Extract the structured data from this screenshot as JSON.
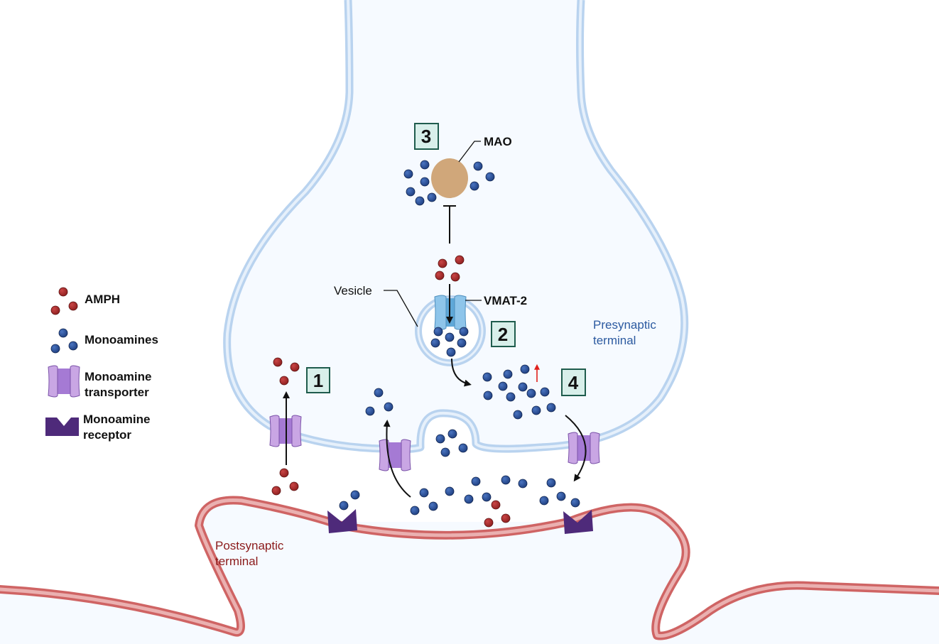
{
  "figure": {
    "title": "Mechanism of amphetamine (AMPH) action at the monoamine synapse"
  },
  "legend": {
    "items": [
      {
        "key": "amph",
        "label": "AMPH",
        "icon": "red-particles-icon"
      },
      {
        "key": "monoamines",
        "label": "Monoamines",
        "icon": "blue-particles-icon"
      },
      {
        "key": "transporter",
        "label_line1": "Monoamine",
        "label_line2": "transporter",
        "icon": "transporter-icon"
      },
      {
        "key": "receptor",
        "label_line1": "Monoamine",
        "label_line2": "receptor",
        "icon": "receptor-icon"
      }
    ]
  },
  "labels": {
    "mao": "MAO",
    "vmat2": "VMAT-2",
    "vesicle": "Vesicle",
    "presynaptic_line1": "Presynaptic",
    "presynaptic_line2": "terminal",
    "postsynaptic_line1": "Postsynaptic",
    "postsynaptic_line2": "terminal"
  },
  "steps": [
    {
      "number": "1",
      "meaning": "AMPH enters via monoamine transporter"
    },
    {
      "number": "2",
      "meaning": "AMPH enters vesicle via VMAT-2, releasing monoamines"
    },
    {
      "number": "3",
      "meaning": "AMPH inhibits MAO"
    },
    {
      "number": "4",
      "meaning": "Cytosolic monoamines increase and efflux via transporter"
    }
  ],
  "colors": {
    "amph": "#a52a2a",
    "monoamine": "#2a4f94",
    "transporter": "#c9a6e4",
    "transporter_core": "#9b72cc",
    "receptor": "#4e2a7a",
    "pre_membrane": "#b9d3ef",
    "post_membrane": "#d06868",
    "mao": "#d0a77a",
    "vmat2": "#8ec5ea",
    "step_box_fill": "#d8efea",
    "step_box_stroke": "#1f5c4d",
    "increase_arrow": "#e0201b"
  }
}
